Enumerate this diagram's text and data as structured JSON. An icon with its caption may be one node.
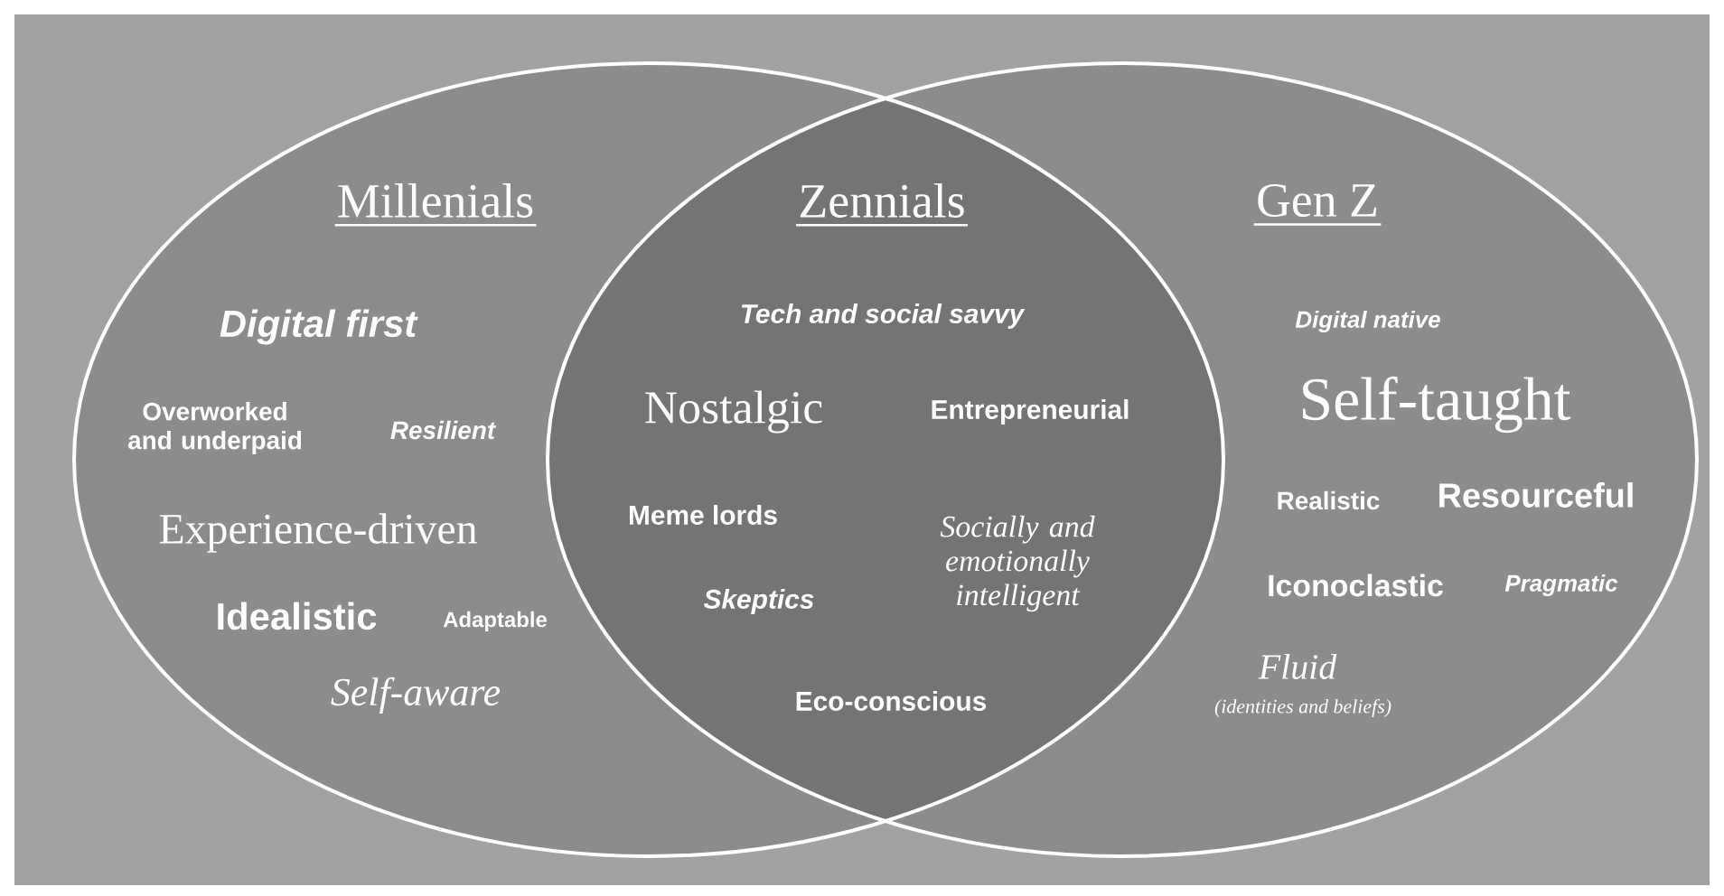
{
  "diagram": {
    "nodes": [
      {
        "text": [
          "Millenials",
          "Digital first",
          "Overworked and underpaid",
          "Resilient",
          "Experience-driven",
          "Idealistic",
          "Adaptable",
          "Self-aware"
        ]
      },
      {
        "text": [
          "Zennials",
          "Tech and social savvy",
          "Nostalgic",
          "Entrepreneurial",
          "Meme lords",
          "Skeptics",
          "Socially and emotionally intelligent",
          "Eco-conscious"
        ]
      },
      {
        "text": [
          "Gen Z",
          "Digital native",
          "Self-taught",
          "Realistic",
          "Resourceful",
          "Iconoclastic",
          "Pragmatic",
          "Fluid",
          "(identities and beliefs)"
        ]
      }
    ]
  }
}
